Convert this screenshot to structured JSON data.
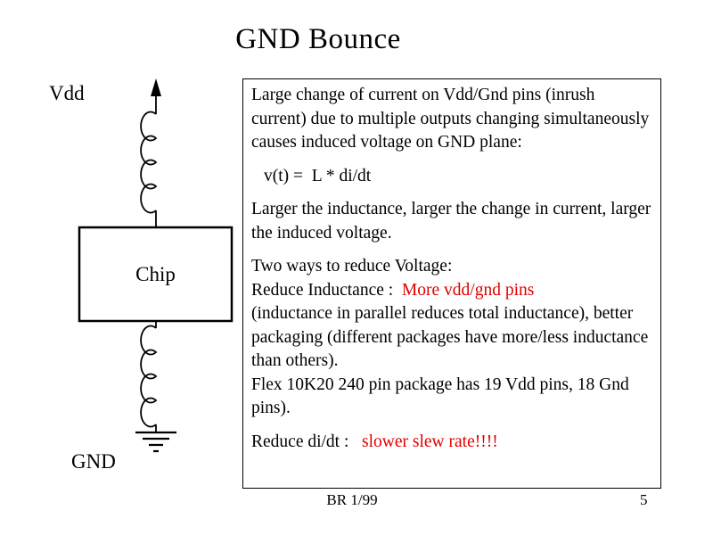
{
  "slide": {
    "title": "GND Bounce",
    "footer_credit": "BR 1/99",
    "page_number": "5"
  },
  "diagram": {
    "vdd_label": "Vdd",
    "chip_label": "Chip",
    "gnd_label": "GND"
  },
  "textbox": {
    "intro": "Large change of current on Vdd/Gnd pins (inrush current) due to multiple outputs changing simultaneously causes induced voltage on GND plane:",
    "equation": "v(t) =  L * di/dt",
    "inductance_effect": "Larger the inductance, larger the change in current, larger the induced voltage.",
    "two_ways_heading": "Two ways to reduce Voltage:",
    "reduce_inductance_prefix": "Reduce Inductance :  ",
    "reduce_inductance_red": "More vdd/gnd pins",
    "inductance_details": "(inductance in parallel reduces total inductance), better packaging (different packages have more/less inductance than others).",
    "flex_note": "Flex 10K20 240 pin package has 19 Vdd pins, 18 Gnd pins).",
    "reduce_didt_prefix": "Reduce di/dt :   ",
    "reduce_didt_red": "slower slew rate!!!!"
  },
  "colors": {
    "accent_red": "#e00000",
    "text": "#000000",
    "background": "#ffffff"
  }
}
